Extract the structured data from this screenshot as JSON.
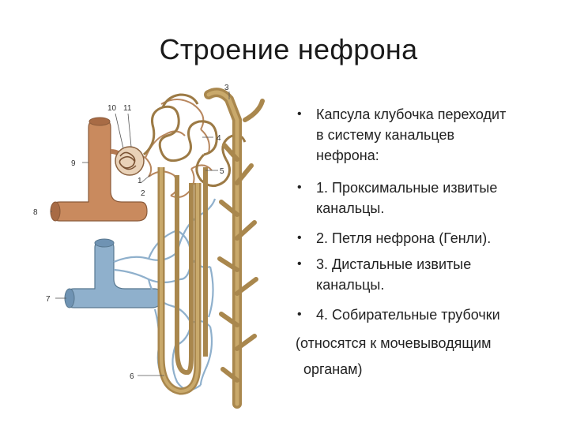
{
  "slide": {
    "title": "Строение нефрона",
    "bullets": [
      {
        "marker": "•",
        "line1": "Капсула клубочка переходит",
        "line2": "в систему канальцев",
        "line3": "нефрона:"
      },
      {
        "marker": "•",
        "line1": "1. Проксимальные извитые",
        "line2": "канальцы."
      },
      {
        "marker": "•",
        "line1": "2. Петля нефрона (Генли)."
      },
      {
        "marker": "•",
        "line1": "3. Дистальные извитые",
        "line2": "канальцы."
      },
      {
        "marker": "•",
        "line1": "4.  Собирательные трубочки"
      }
    ],
    "note_line1": "(относятся к мочевыводящим",
    "note_line2": "органам)"
  },
  "figure": {
    "labels": {
      "l1": "1",
      "l2": "2",
      "l3": "3",
      "l4": "4",
      "l5": "5",
      "l6": "6",
      "l7": "7",
      "l8": "8",
      "l9": "9",
      "l10": "10",
      "l11": "11"
    },
    "colors": {
      "artery": "#c98a5e",
      "vein": "#7fa6c6",
      "tubule": "#a9874d",
      "capillary_blue": "#8fb0cc",
      "capillary_brown": "#b8875e"
    }
  }
}
